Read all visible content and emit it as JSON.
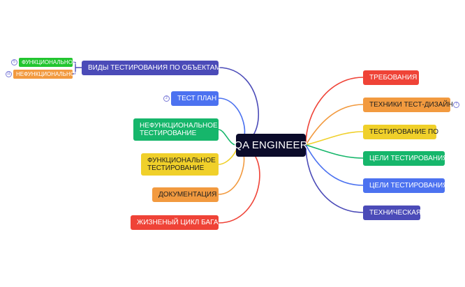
{
  "center": {
    "label": "QA ENGINEER",
    "color": "#0b0b2a"
  },
  "left_nodes": [
    {
      "id": "vidy",
      "label": "ВИДЫ ТЕСТИРОВАНИЯ ПО ОБЪЕКТАМ",
      "color": "#4b4bb8",
      "badge": null
    },
    {
      "id": "test-plan",
      "label": "ТЕСТ ПЛАН",
      "color": "#4c72f0",
      "badge": "2"
    },
    {
      "id": "nonfunc",
      "label": "НЕФУНКЦИОНАЛЬНОЕ ТЕСТИРОВАНИЕ",
      "color": "#16b66b",
      "badge": null
    },
    {
      "id": "func",
      "label": "ФУНКЦИОНАЛЬНОЕ ТЕСТИРОВАНИЕ",
      "color": "#f0d02a",
      "badge": null
    },
    {
      "id": "docs",
      "label": "ДОКУМЕНТАЦИЯ",
      "color": "#f29a3f",
      "badge": null
    },
    {
      "id": "bug",
      "label": "ЖИЗНЕНЫЙ ЦИКЛ БАГА",
      "color": "#ef4337",
      "badge": null
    }
  ],
  "sub_nodes": [
    {
      "id": "sub-func",
      "label": "ФУНКЦИОНАЛЬНОЕ",
      "color": "#22c52f",
      "badge": "5"
    },
    {
      "id": "sub-nonfunc",
      "label": "НЕФУНКЦИОНАЛЬНОЕ",
      "color": "#f29a3f",
      "badge": "11"
    }
  ],
  "right_nodes": [
    {
      "id": "req",
      "label": "ТРЕБОВАНИЯ",
      "color": "#ef4337",
      "badge": null
    },
    {
      "id": "techniques",
      "label": "ТЕХНИКИ ТЕСТ-ДИЗАЙН",
      "color": "#f29a3f",
      "badge": "7"
    },
    {
      "id": "testing-po",
      "label": "ТЕСТИРОВАНИЕ ПО",
      "color": "#f0d02a",
      "badge": null
    },
    {
      "id": "goals-1",
      "label": "ЦЕЛИ ТЕСТИРОВАНИЯ",
      "color": "#16b66b",
      "badge": null
    },
    {
      "id": "goals-2",
      "label": "ЦЕЛИ ТЕСТИРОВАНИЯ",
      "color": "#4c72f0",
      "badge": null
    },
    {
      "id": "tech",
      "label": "ТЕХНИЧЕСКАЯ",
      "color": "#4b4bb8",
      "badge": null
    }
  ]
}
